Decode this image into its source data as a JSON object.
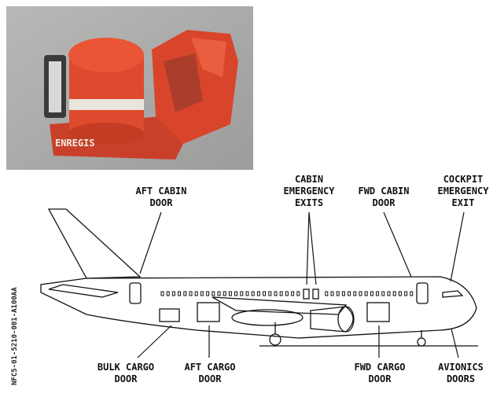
{
  "labels": {
    "aft_cabin_door": "AFT CABIN\nDOOR",
    "cabin_emergency_exits": "CABIN\nEMERGENCY\nEXITS",
    "fwd_cabin_door": "FWD CABIN\nDOOR",
    "cockpit_emergency_exit": "COCKPIT\nEMERGENCY\nEXIT",
    "bulk_cargo_door": "BULK CARGO\nDOOR",
    "aft_cargo_door": "AFT CARGO\nDOOR",
    "fwd_cargo_door": "FWD CARGO\nDOOR",
    "avionics_doors": "AVIONICS\nDOORS"
  },
  "document_ref": "NFC5-01-5210-001-A100AA",
  "photo_text": "ENREGIS",
  "colors": {
    "recorder": "#e0492c",
    "photo_bg": "#a9aaa8"
  }
}
